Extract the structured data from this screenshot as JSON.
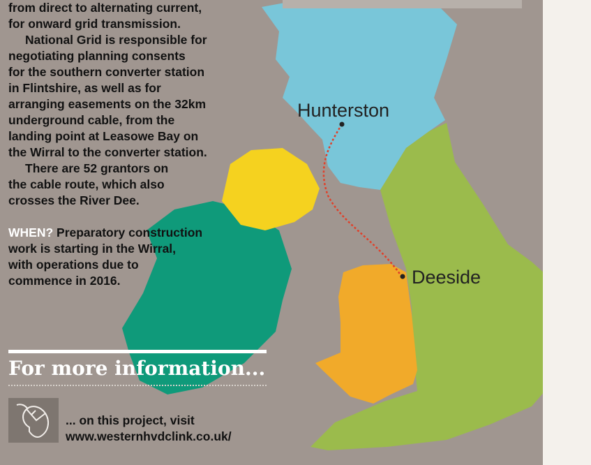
{
  "colors": {
    "background": "#a09690",
    "scotland": "#79c6d9",
    "england": "#9bbb4c",
    "wales": "#f1aa2a",
    "ireland": "#0f9a7a",
    "northern_ireland": "#f5d21f",
    "cable_route": "#e0402a"
  },
  "body": {
    "para1_lines": [
      "from direct to alternating current,",
      "for onward grid transmission."
    ],
    "para2_lines": [
      "National Grid is responsible for",
      "negotiating planning consents",
      "for the southern converter station",
      "in Flintshire, as well as for",
      "arranging easements on the 32km",
      "underground cable, from the",
      "landing point at Leasowe Bay on",
      "the Wirral to the converter station."
    ],
    "para3_lines": [
      "There are 52 grantors on",
      "the cable route, which also",
      "crosses the River Dee."
    ],
    "when_label": "WHEN?",
    "when_lines": [
      "Preparatory construction",
      "work is starting in the Wirral,",
      "with operations due to",
      "commence in 2016."
    ]
  },
  "more_info": {
    "heading": "For more information...",
    "icon": "mouse-icon",
    "line1": "... on this project, visit",
    "line2": "www.westernhvdclink.co.uk/"
  },
  "map": {
    "label_north": "Hunterston",
    "label_south": "Deeside"
  }
}
